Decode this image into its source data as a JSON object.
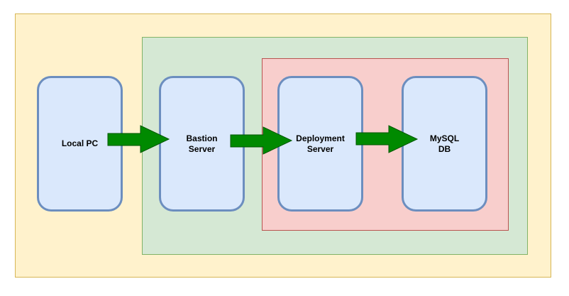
{
  "colors": {
    "outer_zone_fill": "#fff2cc",
    "outer_zone_border": "#d6b656",
    "middle_zone_fill": "#d5e8d4",
    "middle_zone_border": "#82b366",
    "inner_zone_fill": "#f8cecc",
    "inner_zone_border": "#b85450",
    "node_fill": "#dae8fc",
    "node_border": "#6c8ebf",
    "arrow_fill": "#008a00",
    "arrow_stroke": "#005700"
  },
  "nodes": {
    "local_pc": "Local PC",
    "bastion": "Bastion\nServer",
    "deployment": "Deployment\nServer",
    "mysql": "MySQL\nDB"
  },
  "edges": [
    {
      "from": "Local PC",
      "to": "Bastion Server"
    },
    {
      "from": "Bastion Server",
      "to": "Deployment Server"
    },
    {
      "from": "Deployment Server",
      "to": "MySQL DB"
    }
  ]
}
